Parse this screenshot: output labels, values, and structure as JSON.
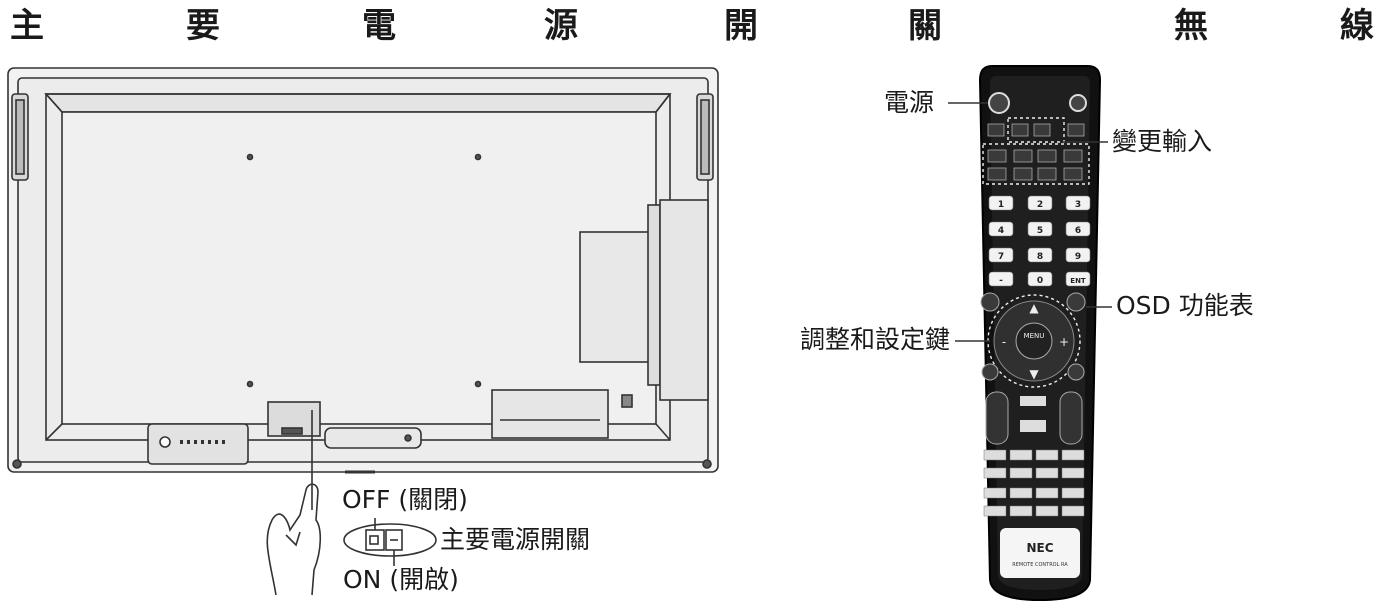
{
  "heading": [
    "主",
    "要",
    "電",
    "源",
    "開",
    "關",
    "無",
    "線"
  ],
  "display_labels": {
    "off": "OFF (關閉)",
    "switch": "主要電源開關",
    "on": "ON (開啟)"
  },
  "remote_labels": {
    "power": "電源",
    "input": "變更輸入",
    "osd": "OSD 功能表",
    "adjust": "調整和設定鍵"
  },
  "remote_text": {
    "brand": "NEC",
    "subtitle": "REMOTE CONTROL RA",
    "keypad": [
      "1",
      "2",
      "3",
      "4",
      "5",
      "6",
      "7",
      "8",
      "9",
      "-",
      "0",
      "ENT"
    ],
    "menu": "MENU"
  }
}
